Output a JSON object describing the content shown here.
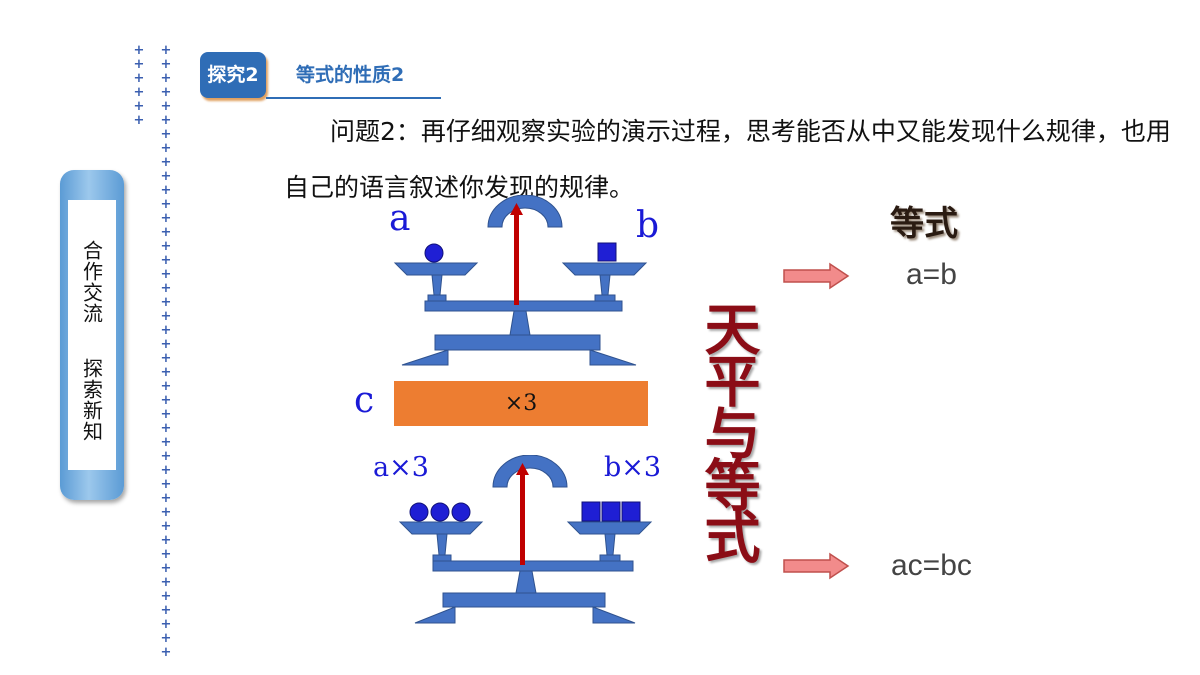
{
  "sidebar": {
    "label_1": "合作交流",
    "label_2": "探索新知"
  },
  "section": {
    "tag": "探究2",
    "title": "等式的性质2"
  },
  "question": "问题2：再仔细观察实验的演示过程，思考能否从中又能发现什么规律，也用自己的语言叙述你发现的规律。",
  "diagram": {
    "top_left_label": "a",
    "top_right_label": "b",
    "multiplier_label": "c",
    "multiplier_text": "×3",
    "bottom_left_label": "a×3",
    "bottom_right_label": "b×3",
    "vertical_title": "天平与等式",
    "equation_heading": "等式",
    "equation_1": "a=b",
    "equation_2": "ac=bc"
  },
  "colors": {
    "scale": "#4472c4",
    "needle": "#c00000",
    "bar": "#ed7d31",
    "heading_red": "#8b0d16",
    "label_blue": "#1a1ad6",
    "arrow_fill": "#f28b8b"
  }
}
